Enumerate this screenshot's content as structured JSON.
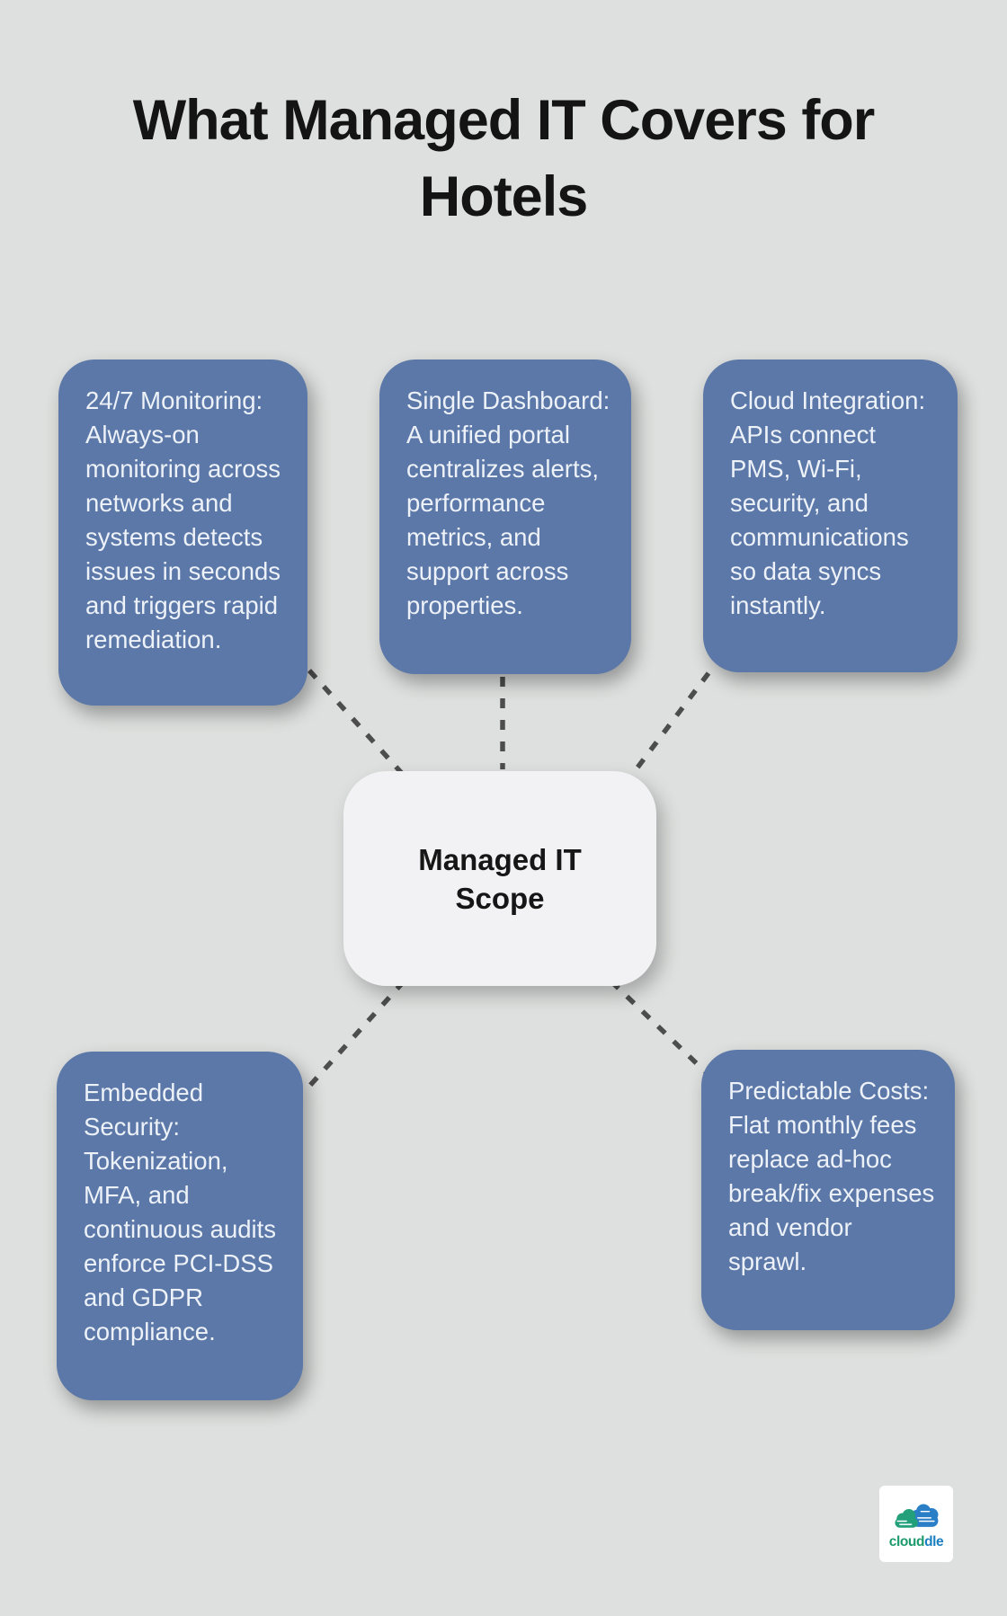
{
  "title": "What Managed IT Covers for Hotels",
  "center": {
    "label": "Managed IT Scope"
  },
  "nodes": [
    {
      "id": "monitoring",
      "text": "24/7 Monitoring: Always-on monitoring across networks and systems detects issues in seconds and triggers rapid remediation."
    },
    {
      "id": "dashboard",
      "text": "Single Dashboard: A unified portal centralizes alerts, performance metrics, and support across properties."
    },
    {
      "id": "cloud-integration",
      "text": "Cloud Integration: APIs connect PMS, Wi-Fi, security, and communications so data syncs instantly."
    },
    {
      "id": "embedded-security",
      "text": "Embedded Security: Tokenization, MFA, and continuous audits enforce PCI-DSS and GDPR compliance."
    },
    {
      "id": "predictable-costs",
      "text": "Predictable Costs: Flat monthly fees replace ad-hoc break/fix expenses and vendor sprawl."
    }
  ],
  "logo": {
    "brand_part1": "cloud",
    "brand_part2": "dle"
  },
  "colors": {
    "background": "#dee0df",
    "node_fill": "#5b78a8",
    "node_text": "#edf1f8",
    "center_fill": "#f2f2f4",
    "connector": "#4d4d4d",
    "title_text": "#141414",
    "logo_green": "#1d9b6c",
    "logo_blue": "#1a7fc1"
  }
}
